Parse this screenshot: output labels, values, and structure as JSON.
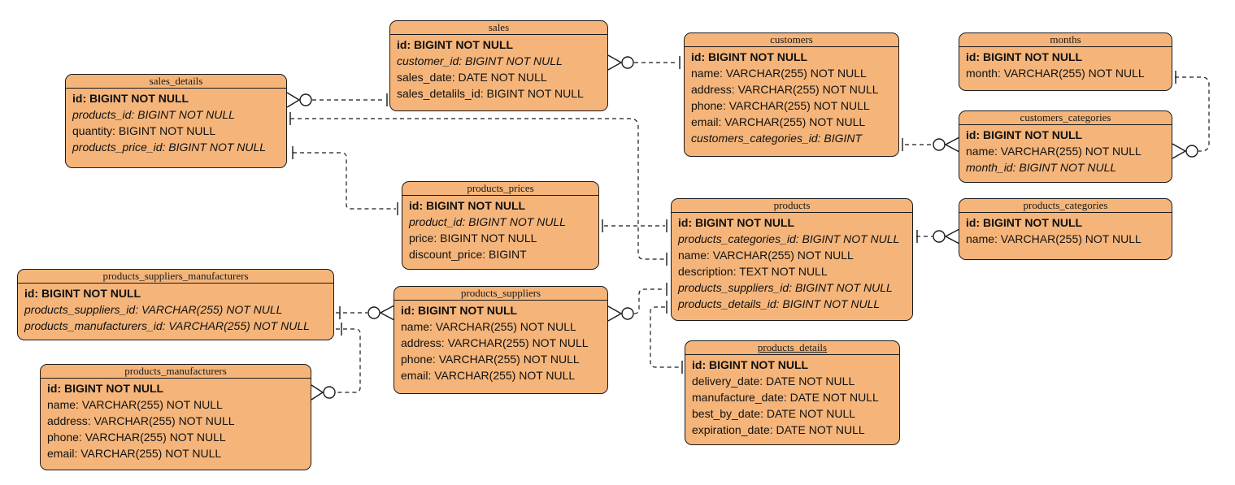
{
  "entities": {
    "sales": {
      "title": "sales",
      "fields": [
        {
          "text": "id: BIGINT NOT NULL",
          "kind": "pk"
        },
        {
          "text": "customer_id: BIGINT NOT NULL",
          "kind": "fk"
        },
        {
          "text": "sales_date: DATE NOT NULL",
          "kind": "plain"
        },
        {
          "text": "sales_detalils_id: BIGINT NOT NULL",
          "kind": "plain"
        }
      ]
    },
    "sales_details": {
      "title": "sales_details",
      "fields": [
        {
          "text": "id: BIGINT NOT NULL",
          "kind": "pk"
        },
        {
          "text": "products_id: BIGINT NOT NULL",
          "kind": "fk"
        },
        {
          "text": "quantity: BIGINT NOT NULL",
          "kind": "plain"
        },
        {
          "text": "products_price_id: BIGINT NOT NULL",
          "kind": "fk"
        }
      ]
    },
    "customers": {
      "title": "customers",
      "fields": [
        {
          "text": "id: BIGINT NOT NULL",
          "kind": "pk"
        },
        {
          "text": "name: VARCHAR(255) NOT NULL",
          "kind": "plain"
        },
        {
          "text": "address: VARCHAR(255) NOT NULL",
          "kind": "plain"
        },
        {
          "text": "phone: VARCHAR(255) NOT NULL",
          "kind": "plain"
        },
        {
          "text": "email: VARCHAR(255) NOT NULL",
          "kind": "plain"
        },
        {
          "text": "customers_categories_id: BIGINT",
          "kind": "fk"
        }
      ]
    },
    "months": {
      "title": "months",
      "fields": [
        {
          "text": "id: BIGINT NOT NULL",
          "kind": "pk"
        },
        {
          "text": "month: VARCHAR(255) NOT NULL",
          "kind": "plain"
        }
      ]
    },
    "customers_categories": {
      "title": "customers_categories",
      "fields": [
        {
          "text": "id: BIGINT NOT NULL",
          "kind": "pk"
        },
        {
          "text": "name: VARCHAR(255) NOT NULL",
          "kind": "plain"
        },
        {
          "text": "month_id: BIGINT NOT NULL",
          "kind": "fk"
        }
      ]
    },
    "products_prices": {
      "title": "products_prices",
      "fields": [
        {
          "text": "id: BIGINT NOT NULL",
          "kind": "pk"
        },
        {
          "text": "product_id: BIGINT NOT NULL",
          "kind": "fk"
        },
        {
          "text": "price: BIGINT NOT NULL",
          "kind": "plain"
        },
        {
          "text": "discount_price: BIGINT",
          "kind": "plain"
        }
      ]
    },
    "products": {
      "title": "products",
      "fields": [
        {
          "text": "id: BIGINT NOT NULL",
          "kind": "pk"
        },
        {
          "text": "products_categories_id: BIGINT NOT NULL",
          "kind": "fk"
        },
        {
          "text": "name: VARCHAR(255) NOT NULL",
          "kind": "plain"
        },
        {
          "text": "description: TEXT NOT NULL",
          "kind": "plain"
        },
        {
          "text": "products_suppliers_id: BIGINT NOT NULL",
          "kind": "fk"
        },
        {
          "text": "products_details_id: BIGINT NOT NULL",
          "kind": "fk"
        }
      ]
    },
    "products_categories": {
      "title": "products_categories",
      "fields": [
        {
          "text": "id: BIGINT NOT NULL",
          "kind": "pk"
        },
        {
          "text": "name: VARCHAR(255) NOT NULL",
          "kind": "plain"
        }
      ]
    },
    "products_suppliers_manufacturers": {
      "title": "products_suppliers_manufacturers",
      "fields": [
        {
          "text": "id: BIGINT NOT NULL",
          "kind": "pk"
        },
        {
          "text": "products_suppliers_id: VARCHAR(255) NOT NULL",
          "kind": "fk"
        },
        {
          "text": "products_manufacturers_id: VARCHAR(255) NOT NULL",
          "kind": "fk"
        }
      ]
    },
    "products_suppliers": {
      "title": "products_suppliers",
      "fields": [
        {
          "text": "id: BIGINT NOT NULL",
          "kind": "pk"
        },
        {
          "text": "name: VARCHAR(255) NOT NULL",
          "kind": "plain"
        },
        {
          "text": "address: VARCHAR(255) NOT NULL",
          "kind": "plain"
        },
        {
          "text": "phone: VARCHAR(255) NOT NULL",
          "kind": "plain"
        },
        {
          "text": "email: VARCHAR(255) NOT NULL",
          "kind": "plain"
        }
      ]
    },
    "products_details": {
      "title": "products_details",
      "fields": [
        {
          "text": "id: BIGINT NOT NULL",
          "kind": "pk"
        },
        {
          "text": "delivery_date: DATE NOT NULL",
          "kind": "plain"
        },
        {
          "text": "manufacture_date: DATE NOT NULL",
          "kind": "plain"
        },
        {
          "text": "best_by_date: DATE NOT NULL",
          "kind": "plain"
        },
        {
          "text": "expiration_date: DATE NOT NULL",
          "kind": "plain"
        }
      ]
    },
    "products_manufacturers": {
      "title": "products_manufacturers",
      "fields": [
        {
          "text": "id: BIGINT NOT NULL",
          "kind": "pk"
        },
        {
          "text": "name: VARCHAR(255) NOT NULL",
          "kind": "plain"
        },
        {
          "text": "address: VARCHAR(255) NOT NULL",
          "kind": "plain"
        },
        {
          "text": "phone: VARCHAR(255) NOT NULL",
          "kind": "plain"
        },
        {
          "text": "email: VARCHAR(255) NOT NULL",
          "kind": "plain"
        }
      ]
    }
  },
  "colors": {
    "entity_fill": "#f5b57a",
    "border": "#1a1a1a",
    "background": "#ffffff"
  },
  "relationships": [
    {
      "from": "sales_details",
      "from_end": "zero-or-many",
      "to": "sales",
      "to_end": "one"
    },
    {
      "from": "sales",
      "from_end": "zero-or-many",
      "to": "customers",
      "to_end": "one"
    },
    {
      "from": "customers",
      "from_end": "one",
      "to": "customers_categories",
      "to_end": "zero-or-many"
    },
    {
      "from": "months",
      "from_end": "one",
      "to": "customers_categories",
      "to_end": "zero-or-many"
    },
    {
      "from": "sales_details",
      "from_end": "one",
      "to": "products_prices",
      "to_end": "one"
    },
    {
      "from": "sales_details",
      "from_end": "one",
      "to": "products",
      "to_end": "one"
    },
    {
      "from": "products_prices",
      "from_end": "one",
      "to": "products",
      "to_end": "one"
    },
    {
      "from": "products",
      "from_end": "one",
      "to": "products_categories",
      "to_end": "zero-or-many"
    },
    {
      "from": "products_suppliers_manufacturers",
      "from_end": "one",
      "to": "products_suppliers",
      "to_end": "zero-or-many"
    },
    {
      "from": "products_suppliers_manufacturers",
      "from_end": "one",
      "to": "products_manufacturers",
      "to_end": "zero-or-many"
    },
    {
      "from": "products_suppliers",
      "from_end": "zero-or-many",
      "to": "products",
      "to_end": "one"
    },
    {
      "from": "products",
      "from_end": "one",
      "to": "products_details",
      "to_end": "one"
    }
  ]
}
